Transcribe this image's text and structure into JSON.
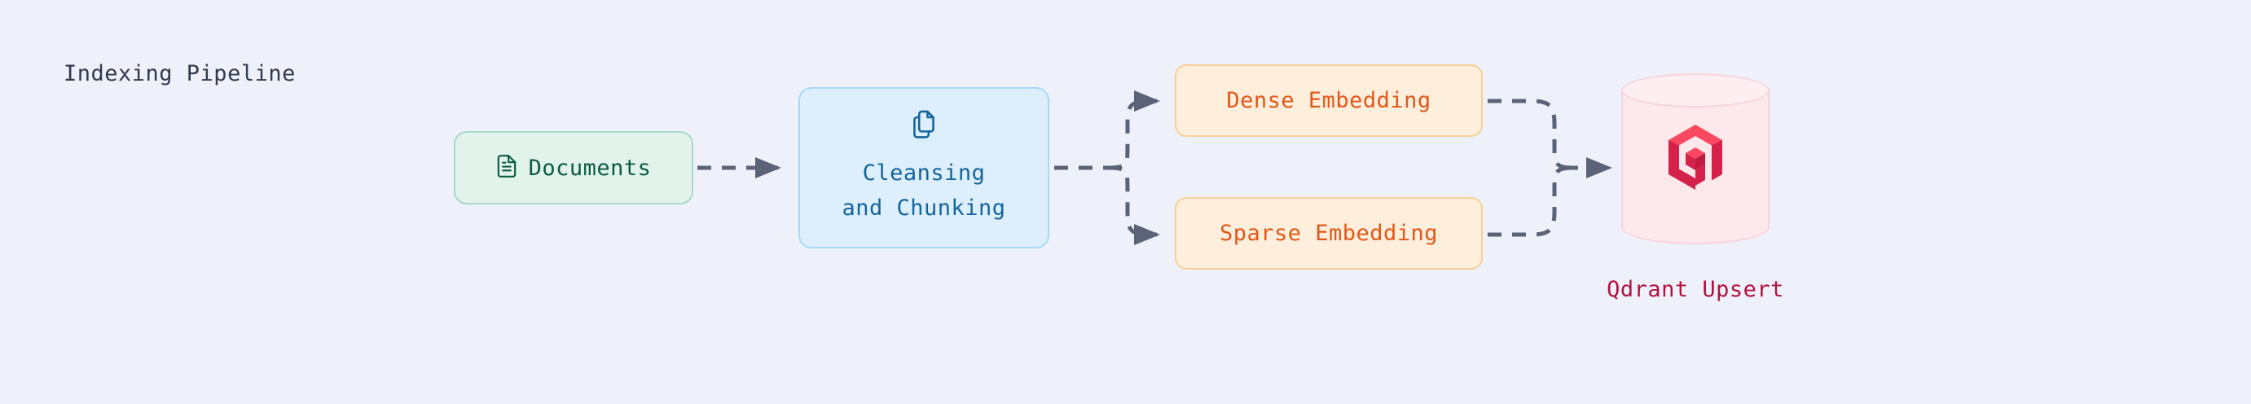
{
  "diagram": {
    "title": "Indexing Pipeline",
    "background_color": "#eef1fa",
    "edge_color": "#5a6378"
  },
  "nodes": {
    "documents": {
      "label": "Documents",
      "icon": "document-icon",
      "fill": "#e2f3ec",
      "border": "#a9d8c6",
      "text_color": "#0b5b43"
    },
    "cleansing": {
      "label_line1": "Cleansing",
      "label_line2": "and Chunking",
      "icon": "copy-documents-icon",
      "fill": "#ddeffc",
      "border": "#a8daf4",
      "text_color": "#14649e"
    },
    "dense": {
      "label": "Dense Embedding",
      "fill": "#fdefdb",
      "border": "#f7cf9a",
      "text_color": "#e4571a"
    },
    "sparse": {
      "label": "Sparse Embedding",
      "fill": "#fdefdb",
      "border": "#f7cf9a",
      "text_color": "#e4571a"
    },
    "qdrant": {
      "label": "Qdrant Upsert",
      "icon": "qdrant-logo-icon",
      "fill": "#fde8ec",
      "border": "#f8d3da",
      "text_color": "#b01340",
      "logo_light": "#f9485f",
      "logo_dark": "#d4224a"
    }
  },
  "edges": [
    {
      "name": "documents-to-cleansing",
      "from": "documents",
      "to": "cleansing",
      "style": "dashed",
      "arrow": true
    },
    {
      "name": "cleansing-to-dense",
      "from": "cleansing",
      "to": "dense",
      "style": "dashed",
      "arrow": true
    },
    {
      "name": "cleansing-to-sparse",
      "from": "cleansing",
      "to": "sparse",
      "style": "dashed",
      "arrow": true
    },
    {
      "name": "dense-to-qdrant",
      "from": "dense",
      "to": "qdrant",
      "style": "dashed",
      "arrow": false
    },
    {
      "name": "sparse-to-qdrant",
      "from": "sparse",
      "to": "qdrant",
      "style": "dashed",
      "arrow": false
    },
    {
      "name": "merge-to-qdrant",
      "from": "merge",
      "to": "qdrant",
      "style": "dashed",
      "arrow": true
    }
  ]
}
